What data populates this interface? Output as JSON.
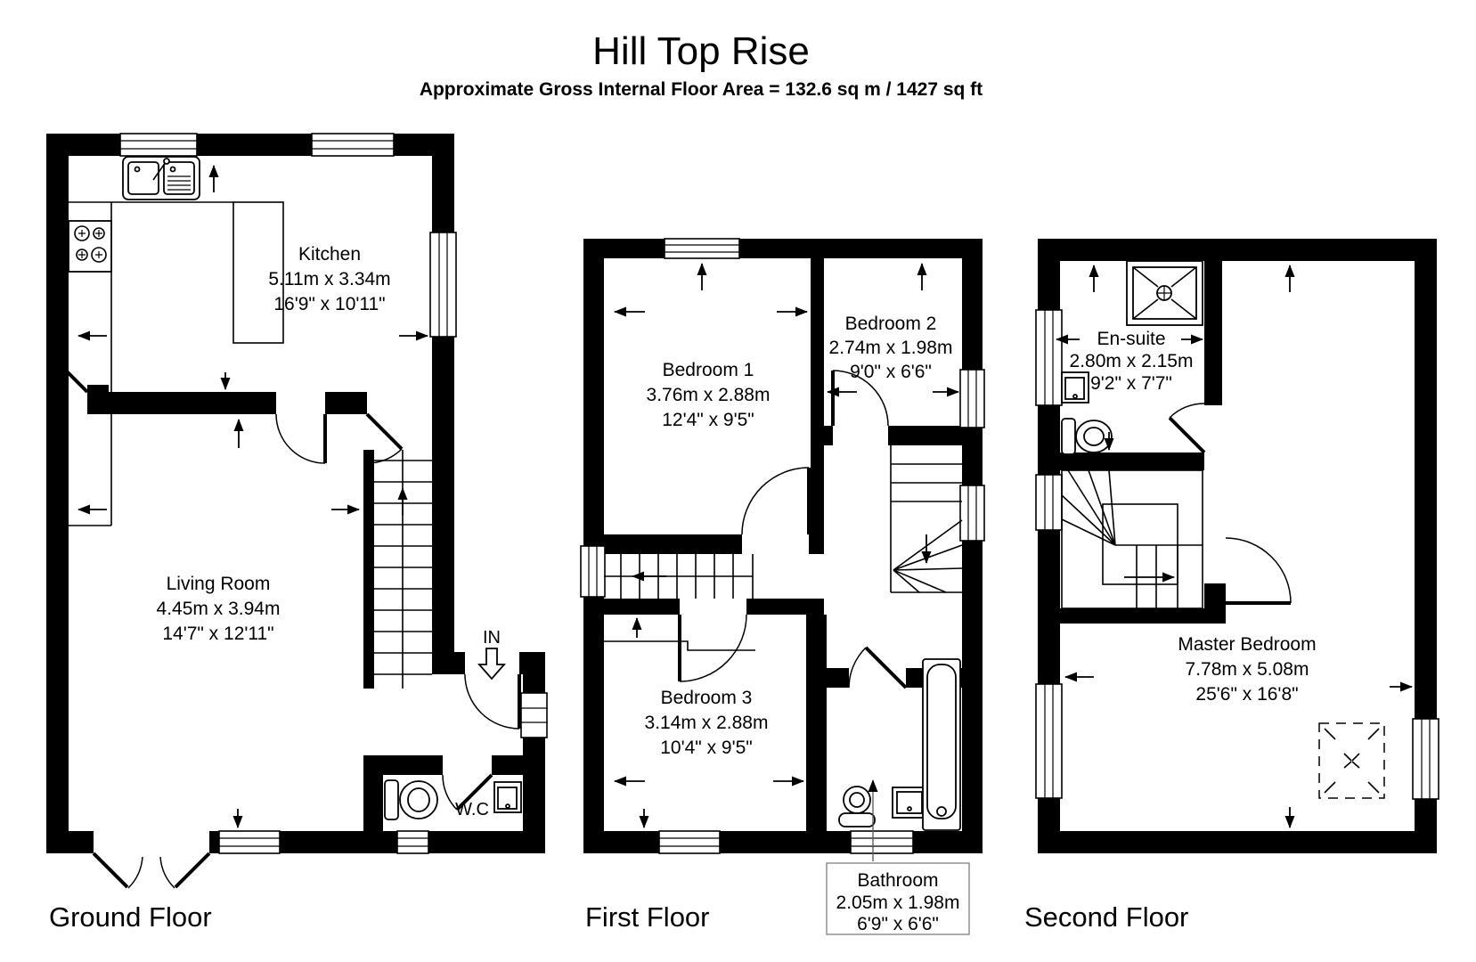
{
  "title": "Hill Top Rise",
  "subtitle": "Approximate Gross Internal Floor Area  = 132.6 sq m  / 1427 sq ft",
  "floors": [
    {
      "label": "Ground Floor",
      "entrance_label": "IN",
      "rooms": [
        {
          "name": "Kitchen",
          "metric": "5.11m x 3.34m",
          "imperial": "16'9\" x 10'11\""
        },
        {
          "name": "Living Room",
          "metric": "4.45m x 3.94m",
          "imperial": "14'7\" x 12'11\""
        },
        {
          "name": "W.C",
          "metric": "",
          "imperial": ""
        }
      ]
    },
    {
      "label": "First Floor",
      "rooms": [
        {
          "name": "Bedroom 1",
          "metric": "3.76m x 2.88m",
          "imperial": "12'4\" x 9'5\""
        },
        {
          "name": "Bedroom 2",
          "metric": "2.74m x 1.98m",
          "imperial": "9'0\" x 6'6\""
        },
        {
          "name": "Bedroom 3",
          "metric": "3.14m x 2.88m",
          "imperial": "10'4\" x 9'5\""
        },
        {
          "name": "Bathroom",
          "metric": "2.05m x 1.98m",
          "imperial": "6'9\" x 6'6\""
        }
      ]
    },
    {
      "label": "Second Floor",
      "rooms": [
        {
          "name": "En-suite",
          "metric": "2.80m x 2.15m",
          "imperial": "9'2\" x 7'7\""
        },
        {
          "name": "Master Bedroom",
          "metric": "7.78m x 5.08m",
          "imperial": "25'6\" x 16'8\""
        }
      ]
    }
  ],
  "colors": {
    "wall": "#000000",
    "background": "#ffffff",
    "line": "#000000"
  }
}
